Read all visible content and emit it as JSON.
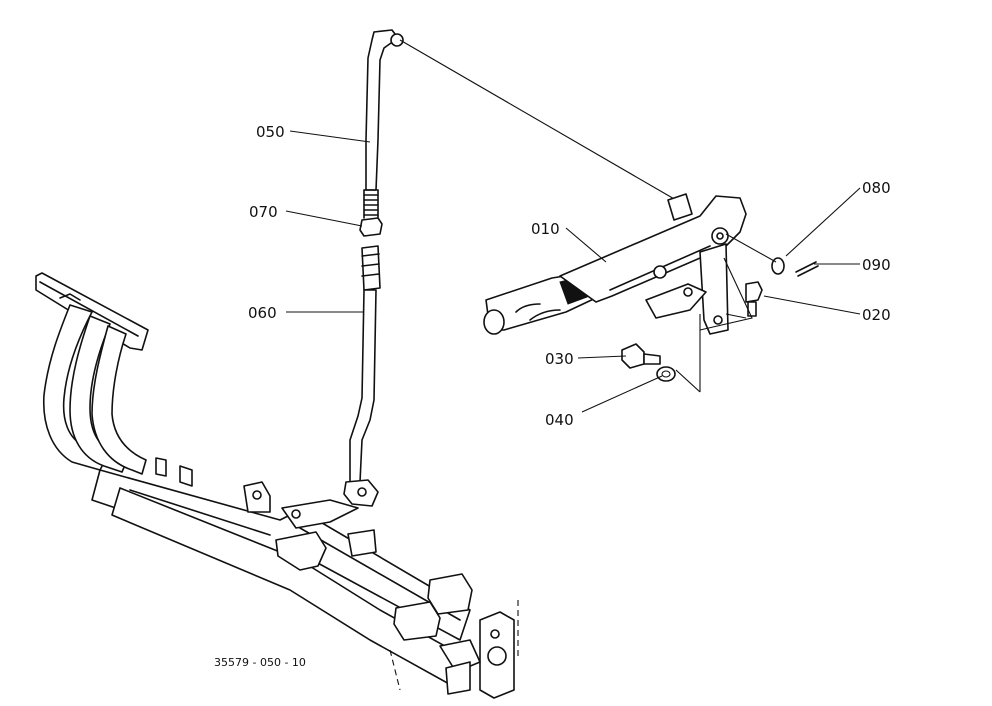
{
  "diagram": {
    "parts": [
      {
        "id": "050",
        "label": "050"
      },
      {
        "id": "070",
        "label": "070"
      },
      {
        "id": "060",
        "label": "060"
      },
      {
        "id": "010",
        "label": "010"
      },
      {
        "id": "080",
        "label": "080"
      },
      {
        "id": "090",
        "label": "090"
      },
      {
        "id": "020",
        "label": "020"
      },
      {
        "id": "030",
        "label": "030"
      },
      {
        "id": "040",
        "label": "040"
      }
    ],
    "drawing_code": "35579 - 050 - 10"
  }
}
